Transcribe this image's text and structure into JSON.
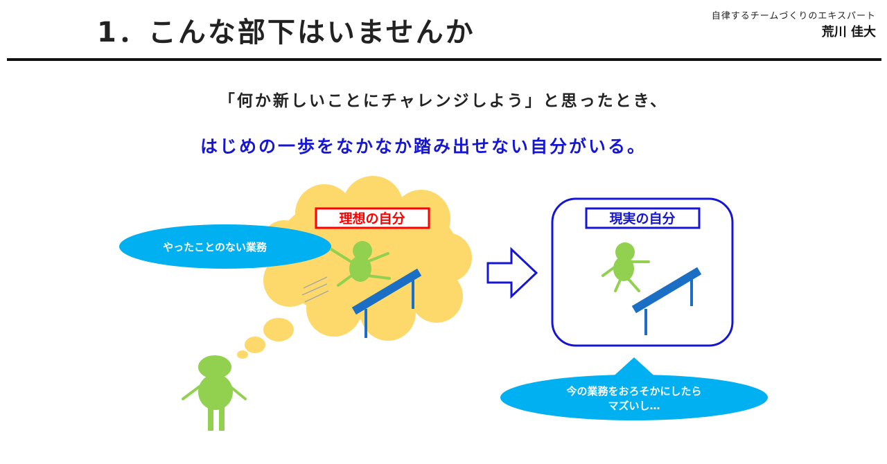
{
  "header": {
    "title": "1．こんな部下はいませんか",
    "author_subtitle": "自律するチームづくりのエキスパート",
    "author_name": "荒川 佳大"
  },
  "message": {
    "line1": "「何か新しいことにチャレンジしよう」と思ったとき、",
    "line2": "はじめの一歩をなかなか踏み出せない自分がいる。"
  },
  "illustration": {
    "ideal_label": "理想の自分",
    "reality_label": "現実の自分",
    "left_bubble": "やったことのない業務",
    "bottom_bubble_line1": "今の業務をおろそかにしたら",
    "bottom_bubble_line2": "マズいし…",
    "colors": {
      "cloud": "#fdd96b",
      "figure": "#92d050",
      "hurdle": "#1a6fc4",
      "bubble": "#00b0f0",
      "ideal_border": "#ff0000",
      "reality_border": "#1515d6"
    }
  }
}
